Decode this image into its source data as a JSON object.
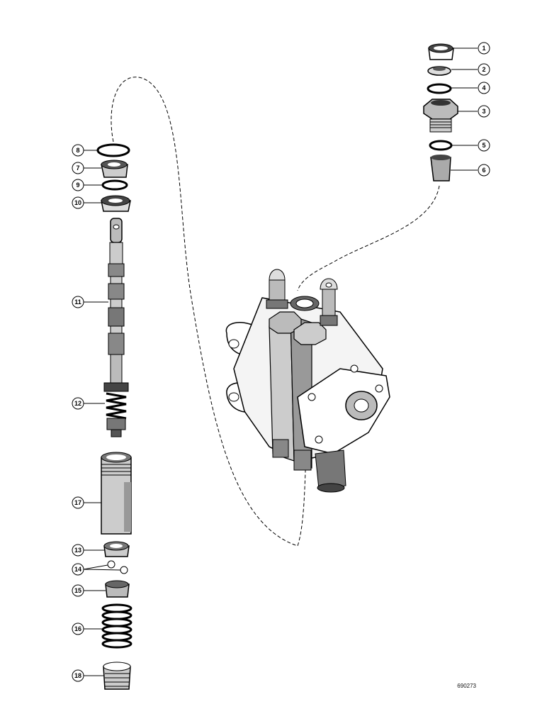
{
  "callouts": {
    "c1": "1",
    "c2": "2",
    "c3": "3",
    "c4": "4",
    "c5": "5",
    "c6": "6",
    "c7": "7",
    "c8": "8",
    "c9": "9",
    "c10": "10",
    "c11": "11",
    "c12": "12",
    "c13": "13",
    "c14": "14",
    "c15": "15",
    "c16": "16",
    "c17": "17",
    "c18": "18"
  },
  "figure_number": "690273"
}
